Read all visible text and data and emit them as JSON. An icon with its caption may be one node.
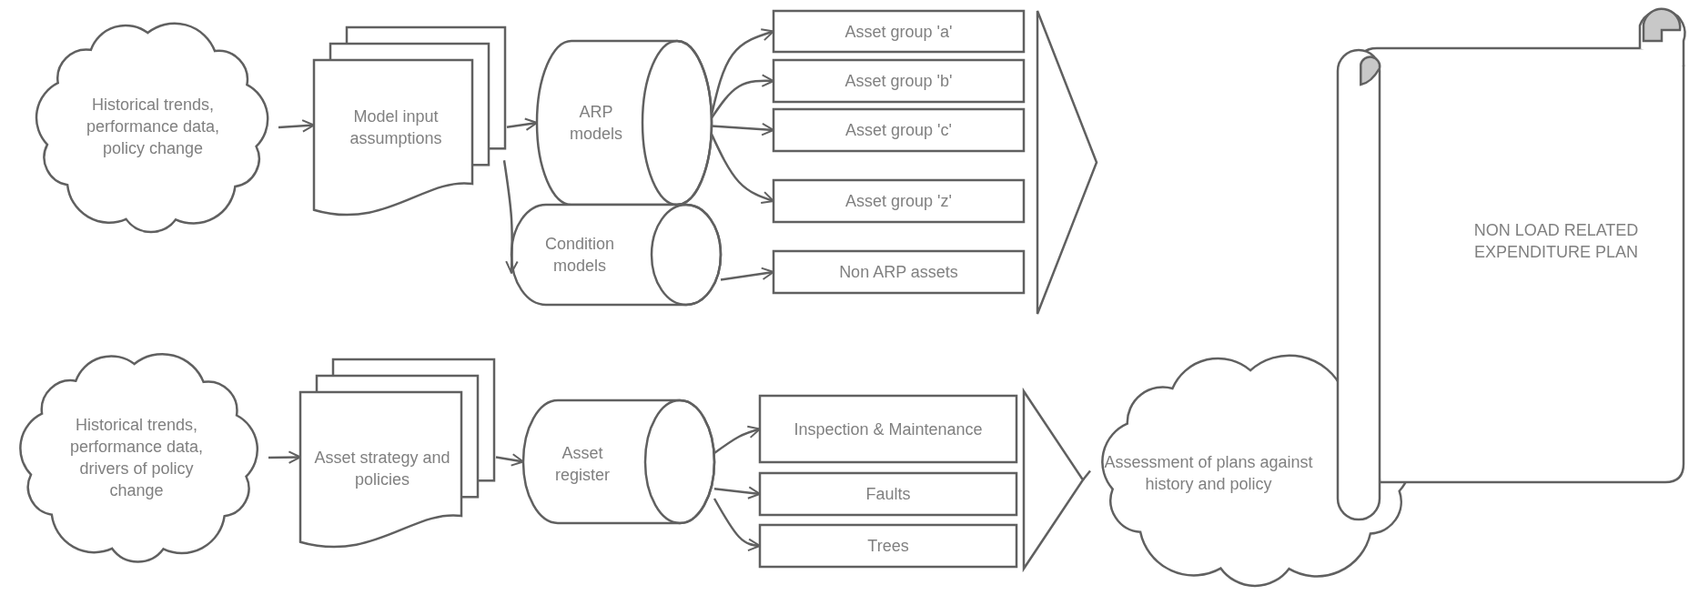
{
  "diagram": {
    "nodes": [
      {
        "text": [
          "Historical trends, performance data, policy change"
        ]
      },
      {
        "text": [
          "Model input assumptions"
        ]
      },
      {
        "text": [
          "ARP models"
        ]
      },
      {
        "text": [
          "Condition models"
        ]
      },
      {
        "text": [
          "Asset group 'a'"
        ]
      },
      {
        "text": [
          "Asset group 'b'"
        ]
      },
      {
        "text": [
          "Asset group 'c'"
        ]
      },
      {
        "text": [
          "Asset group 'z'"
        ]
      },
      {
        "text": [
          "Non ARP assets"
        ]
      },
      {
        "text": [],
        "shape": "triangle"
      },
      {
        "text": [
          "Historical trends, performance data, drivers of policy change"
        ]
      },
      {
        "text": [
          "Asset strategy and policies"
        ]
      },
      {
        "text": [
          "Asset register"
        ]
      },
      {
        "text": [
          "Inspection & Maintenance"
        ]
      },
      {
        "text": [
          "Faults"
        ]
      },
      {
        "text": [
          "Trees"
        ]
      },
      {
        "text": [],
        "shape": "triangle"
      },
      {
        "text": [
          "Assessment of plans against history and policy"
        ]
      },
      {
        "text": [
          "NON LOAD RELATED EXPENDITURE PLAN"
        ]
      }
    ],
    "edges": [
      {
        "from": 0,
        "to": 1,
        "arrow": "to"
      },
      {
        "from": 1,
        "to": 2,
        "arrow": "to"
      },
      {
        "from": 1,
        "to": 3,
        "arrow": "to"
      },
      {
        "from": 2,
        "to": 4,
        "arrow": "to"
      },
      {
        "from": 2,
        "to": 5,
        "arrow": "to"
      },
      {
        "from": 2,
        "to": 6,
        "arrow": "to"
      },
      {
        "from": 2,
        "to": 7,
        "arrow": "to"
      },
      {
        "from": 3,
        "to": 8,
        "arrow": "to"
      },
      {
        "from": 10,
        "to": 11,
        "arrow": "to"
      },
      {
        "from": 11,
        "to": 12,
        "arrow": "to"
      },
      {
        "from": 12,
        "to": 13,
        "arrow": "to"
      },
      {
        "from": 12,
        "to": 14,
        "arrow": "to"
      },
      {
        "from": 12,
        "to": 15,
        "arrow": "to"
      },
      {
        "from": 16,
        "to": 17,
        "arrow": "none"
      }
    ]
  }
}
